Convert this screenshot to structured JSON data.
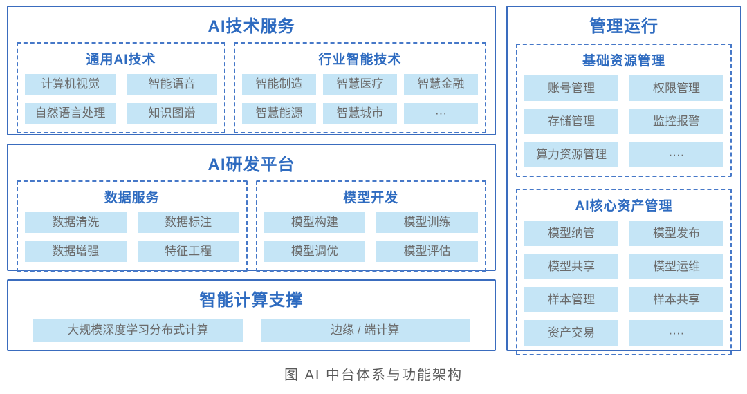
{
  "colors": {
    "solid_border": "#3a6cbe",
    "dashed_border": "#4678c8",
    "title_blue": "#2e6bc0",
    "chip_background": "#c5e5f6",
    "chip_text": "#6b6b6b",
    "caption_text": "#595959"
  },
  "panels": {
    "ai_tech_service": {
      "title": "AI技术服务",
      "sub": [
        {
          "title": "通用AI技术",
          "items": [
            "计算机视觉",
            "智能语音",
            "自然语言处理",
            "知识图谱"
          ]
        },
        {
          "title": "行业智能技术",
          "items": [
            "智能制造",
            "智慧医疗",
            "智慧金融",
            "智慧能源",
            "智慧城市",
            "···"
          ]
        }
      ]
    },
    "ai_rd_platform": {
      "title": "AI研发平台",
      "sub": [
        {
          "title": "数据服务",
          "items": [
            "数据清洗",
            "数据标注",
            "数据增强",
            "特征工程"
          ]
        },
        {
          "title": "模型开发",
          "items": [
            "模型构建",
            "模型训练",
            "模型调优",
            "模型评估"
          ]
        }
      ]
    },
    "computing_support": {
      "title": "智能计算支撑",
      "items": [
        "大规模深度学习分布式计算",
        "边缘 / 端计算"
      ]
    },
    "management": {
      "title": "管理运行",
      "sub": [
        {
          "title": "基础资源管理",
          "items": [
            "账号管理",
            "权限管理",
            "存储管理",
            "监控报警",
            "算力资源管理",
            "····"
          ]
        },
        {
          "title": "AI核心资产管理",
          "items": [
            "模型纳管",
            "模型发布",
            "模型共享",
            "模型运维",
            "样本管理",
            "样本共享",
            "资产交易",
            "····"
          ]
        }
      ]
    }
  },
  "caption": "图  AI 中台体系与功能架构"
}
